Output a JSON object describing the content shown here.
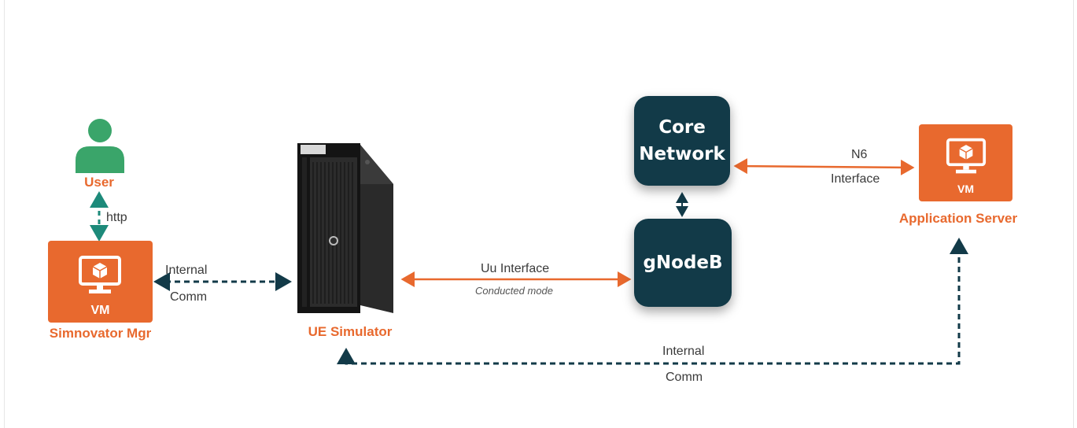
{
  "colors": {
    "accent": "#e8692e",
    "node_fill": "#123a48",
    "user_icon": "#3aa56a",
    "internal_link": "#123a48",
    "http_link": "#1d8a7a",
    "radio_link": "#e8692e"
  },
  "user": {
    "label": "User",
    "icon": "user-icon"
  },
  "simnovator": {
    "vm_text": "VM",
    "label": "Simnovator Mgr",
    "icon": "monitor-cube-icon"
  },
  "ue_sim": {
    "label": "UE Simulator",
    "icon": "tower-server-icon"
  },
  "core": {
    "line1": "Core",
    "line2": "Network"
  },
  "gnb": {
    "label": "gNodeB"
  },
  "app_server": {
    "vm_text": "VM",
    "label": "Application Server",
    "icon": "monitor-cube-icon"
  },
  "links": {
    "http": "http",
    "internal_comm_left": {
      "line1": "Internal",
      "line2": "Comm"
    },
    "uu": {
      "label": "Uu Interface",
      "sub": "Conducted mode"
    },
    "n6": {
      "line1": "N6",
      "line2": "Interface"
    },
    "internal_comm_bottom": {
      "line1": "Internal",
      "line2": "Comm"
    }
  }
}
